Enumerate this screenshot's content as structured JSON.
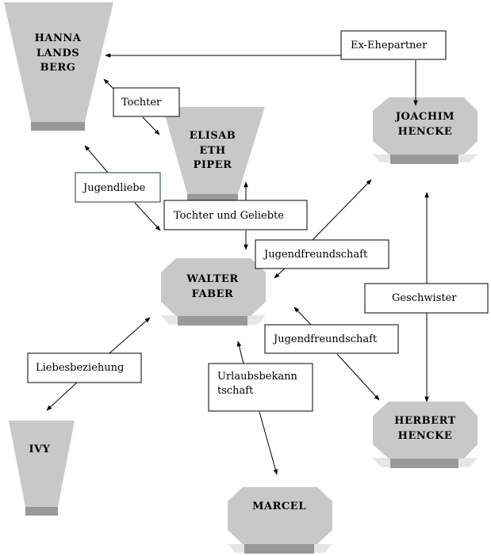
{
  "nodes": {
    "hanna": [
      "HANNA",
      "LANDS",
      "BERG"
    ],
    "elisabeth": [
      "ELISAB",
      "ETH",
      "PIPER"
    ],
    "joachim": [
      "JOACHIM",
      "HENCKE"
    ],
    "walter": [
      "WALTER",
      "FABER"
    ],
    "herbert": [
      "HERBERT",
      "HENCKE"
    ],
    "ivy": [
      "IVY"
    ],
    "marcel": [
      "MARCEL"
    ]
  },
  "relations": {
    "ex_ehepartner": "Ex-Ehepartner",
    "tochter": "Tochter",
    "jugendliebe": "Jugendliebe",
    "tochter_und_geliebte": "Tochter und Geliebte",
    "jugendfreundschaft_joachim": "Jugendfreundschaft",
    "geschwister": "Geschwister",
    "jugendfreundschaft_herbert": "Jugendfreundschaft",
    "liebesbeziehung": "Liebesbeziehung",
    "urlaubsbekanntschaft": [
      "Urlaubsbekann",
      "tschaft"
    ]
  },
  "colors": {
    "shape_fill": "#c8c8c8",
    "shape_base": "#999999",
    "shape_shadow": "#e6e6e6"
  }
}
